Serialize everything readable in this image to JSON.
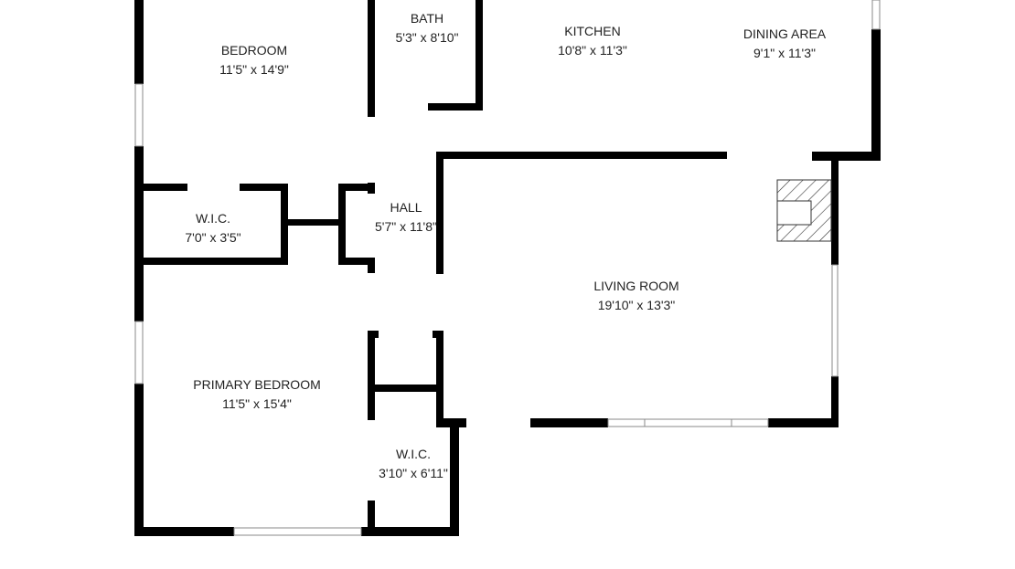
{
  "colors": {
    "wall": "#000000",
    "background": "#ffffff",
    "text": "#222222",
    "window": "#888888"
  },
  "rooms": [
    {
      "name": "BEDROOM",
      "size": "11'5\" x 14'9\""
    },
    {
      "name": "BATH",
      "size": "5'3\" x 8'10\""
    },
    {
      "name": "KITCHEN",
      "size": "10'8\" x 11'3\""
    },
    {
      "name": "DINING AREA",
      "size": "9'1\" x 11'3\""
    },
    {
      "name": "W.I.C.",
      "size": "7'0\" x 3'5\""
    },
    {
      "name": "HALL",
      "size": "5'7\" x 11'8\""
    },
    {
      "name": "LIVING ROOM",
      "size": "19'10\" x 13'3\""
    },
    {
      "name": "PRIMARY BEDROOM",
      "size": "11'5\" x 15'4\""
    },
    {
      "name": "W.I.C.",
      "size": "3'10\" x 6'11\""
    }
  ]
}
